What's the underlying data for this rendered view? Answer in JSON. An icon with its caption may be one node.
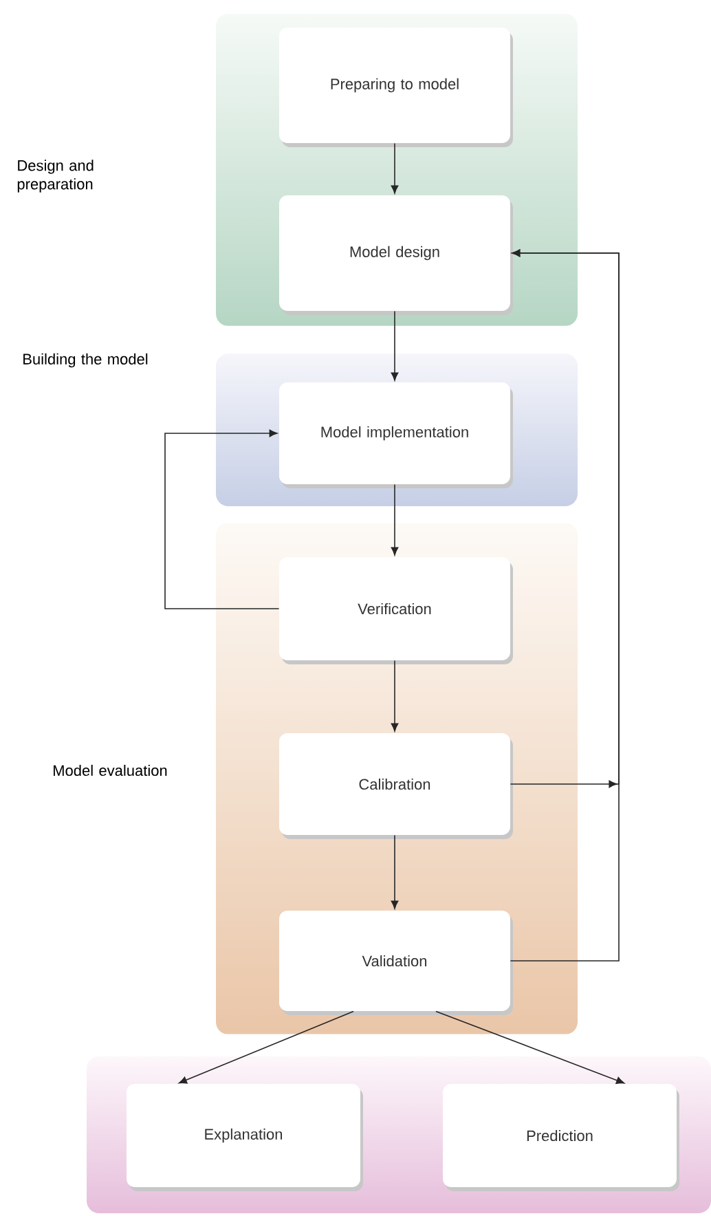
{
  "diagram": {
    "nodes": [
      {
        "text": [
          "Design and preparation"
        ]
      },
      {
        "text": [
          "Preparing to model"
        ],
        "in": 0
      },
      {
        "text": [
          "Model design"
        ],
        "in": 0
      },
      {
        "text": [
          "Building the model"
        ]
      },
      {
        "text": [
          "Model implementation"
        ],
        "in": 3
      },
      {
        "text": [
          "Model evaluation"
        ]
      },
      {
        "text": [
          "Verification"
        ],
        "in": 5
      },
      {
        "text": [
          "Calibration"
        ],
        "in": 5
      },
      {
        "text": [
          "Validation"
        ],
        "in": 5
      },
      {
        "text": [],
        "shape": "band"
      },
      {
        "text": [
          "Explanation"
        ],
        "in": 9
      },
      {
        "text": [
          "Prediction"
        ],
        "in": 9
      }
    ],
    "edges": [
      {
        "from": 1,
        "to": 2,
        "arrow": "to"
      },
      {
        "from": 2,
        "to": 4,
        "arrow": "to"
      },
      {
        "from": 4,
        "to": 6,
        "arrow": "to"
      },
      {
        "from": 6,
        "to": 4,
        "arrow": "to"
      },
      {
        "from": 6,
        "to": 7,
        "arrow": "to"
      },
      {
        "from": 7,
        "to": 8,
        "arrow": "to"
      },
      {
        "from": 7,
        "to": 2,
        "arrow": "to"
      },
      {
        "from": 8,
        "to": 2,
        "arrow": "to"
      },
      {
        "from": 8,
        "to": 10,
        "arrow": "to"
      },
      {
        "from": 8,
        "to": 11,
        "arrow": "to"
      }
    ]
  }
}
